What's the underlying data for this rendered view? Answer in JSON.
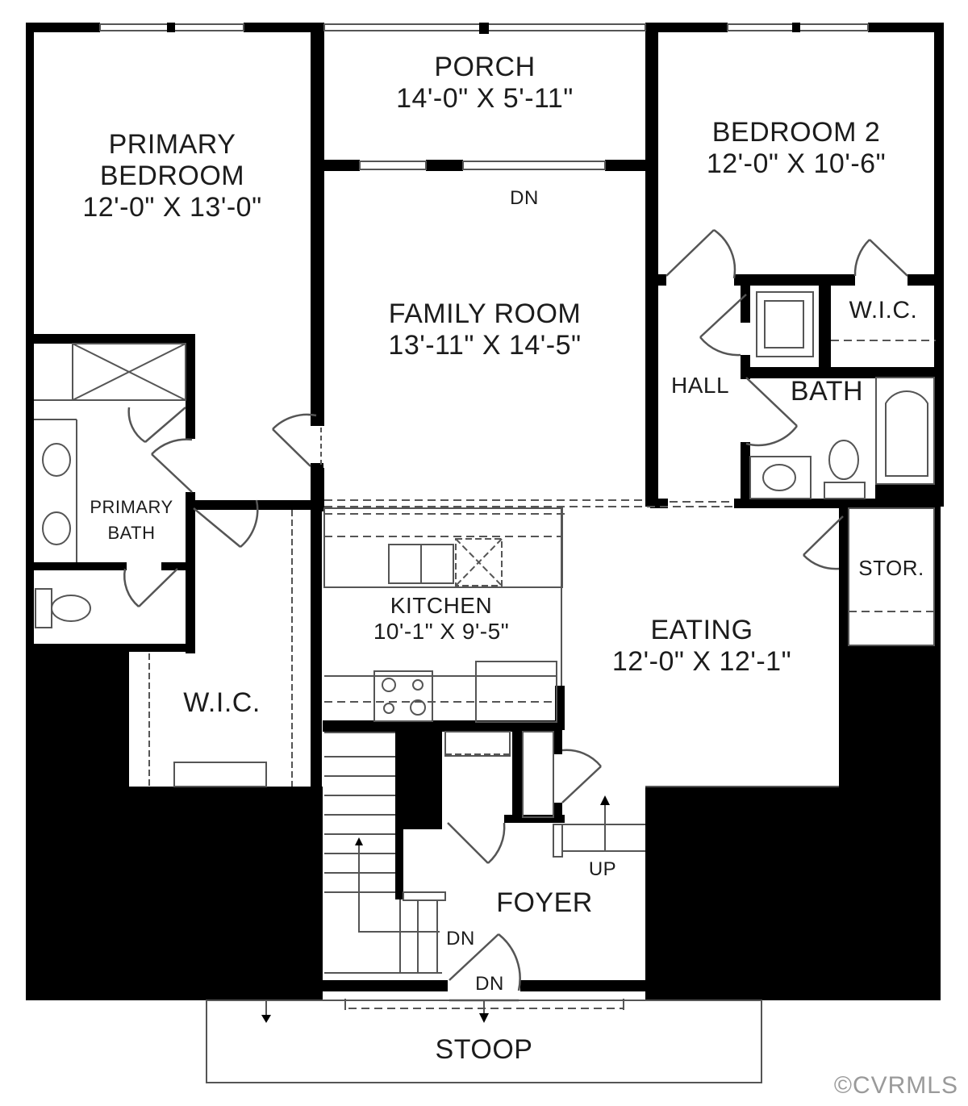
{
  "plan": {
    "rooms": {
      "primary_bedroom": {
        "name_line1": "PRIMARY",
        "name_line2": "BEDROOM",
        "dims": "12'-0\" X 13'-0\""
      },
      "porch": {
        "name": "PORCH",
        "dims": "14'-0\" X 5'-11\""
      },
      "bedroom2": {
        "name": "BEDROOM 2",
        "dims": "12'-0\" X 10'-6\""
      },
      "family_room": {
        "name": "FAMILY ROOM",
        "dims": "13'-11\" X 14'-5\""
      },
      "hall": {
        "name": "HALL"
      },
      "bath": {
        "name": "BATH"
      },
      "wic_bed2": {
        "name": "W.I.C."
      },
      "primary_bath": {
        "name_line1": "PRIMARY",
        "name_line2": "BATH"
      },
      "kitchen": {
        "name": "KITCHEN",
        "dims": "10'-1\" X 9'-5\""
      },
      "eating": {
        "name": "EATING",
        "dims": "12'-0\" X 12'-1\""
      },
      "storage": {
        "name": "STOR."
      },
      "wic_primary": {
        "name": "W.I.C."
      },
      "foyer": {
        "name": "FOYER"
      },
      "stoop": {
        "name": "STOOP"
      }
    },
    "annotations": {
      "family_dn": "DN",
      "stair_up": "UP",
      "stair_dn": "DN",
      "entry_dn": "DN"
    },
    "colors": {
      "wall": "#000000",
      "fixture": "#808080",
      "background": "#ffffff"
    },
    "copyright": "©CVRMLS"
  }
}
